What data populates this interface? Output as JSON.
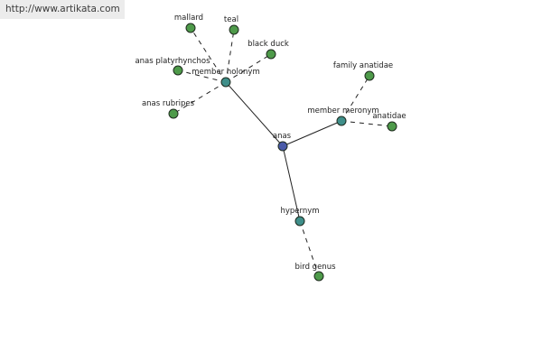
{
  "source_link": "http://www.artikata.com",
  "graph": {
    "nodes": [
      {
        "id": "anas",
        "label": "anas",
        "kind": "root"
      },
      {
        "id": "member-holonym",
        "label": "member holonym",
        "kind": "relation"
      },
      {
        "id": "member-meronym",
        "label": "member meronym",
        "kind": "relation"
      },
      {
        "id": "hypernym",
        "label": "hypernym",
        "kind": "relation"
      },
      {
        "id": "mallard",
        "label": "mallard",
        "kind": "term"
      },
      {
        "id": "teal",
        "label": "teal",
        "kind": "term"
      },
      {
        "id": "black-duck",
        "label": "black duck",
        "kind": "term"
      },
      {
        "id": "anas-platyrhynchos",
        "label": "anas platyrhynchos",
        "kind": "term"
      },
      {
        "id": "anas-rubripes",
        "label": "anas rubripes",
        "kind": "term"
      },
      {
        "id": "family-anatidae",
        "label": "family anatidae",
        "kind": "term"
      },
      {
        "id": "anatidae",
        "label": "anatidae",
        "kind": "term"
      },
      {
        "id": "bird-genus",
        "label": "bird genus",
        "kind": "term"
      }
    ],
    "edges": [
      {
        "from": "anas",
        "to": "member-holonym",
        "style": "solid"
      },
      {
        "from": "anas",
        "to": "member-meronym",
        "style": "solid"
      },
      {
        "from": "anas",
        "to": "hypernym",
        "style": "solid"
      },
      {
        "from": "member-holonym",
        "to": "mallard",
        "style": "dashed"
      },
      {
        "from": "member-holonym",
        "to": "teal",
        "style": "dashed"
      },
      {
        "from": "member-holonym",
        "to": "black-duck",
        "style": "dashed"
      },
      {
        "from": "member-holonym",
        "to": "anas-platyrhynchos",
        "style": "dashed"
      },
      {
        "from": "member-holonym",
        "to": "anas-rubripes",
        "style": "dashed"
      },
      {
        "from": "member-meronym",
        "to": "family-anatidae",
        "style": "dashed"
      },
      {
        "from": "member-meronym",
        "to": "anatidae",
        "style": "dashed"
      },
      {
        "from": "hypernym",
        "to": "bird-genus",
        "style": "dashed"
      }
    ]
  },
  "colors": {
    "root_fill": "#4a5aa8",
    "relation_fill": "#3f8f8a",
    "term_fill": "#4e9a4a",
    "node_stroke": "#1e2a1e",
    "edge": "#222222"
  }
}
